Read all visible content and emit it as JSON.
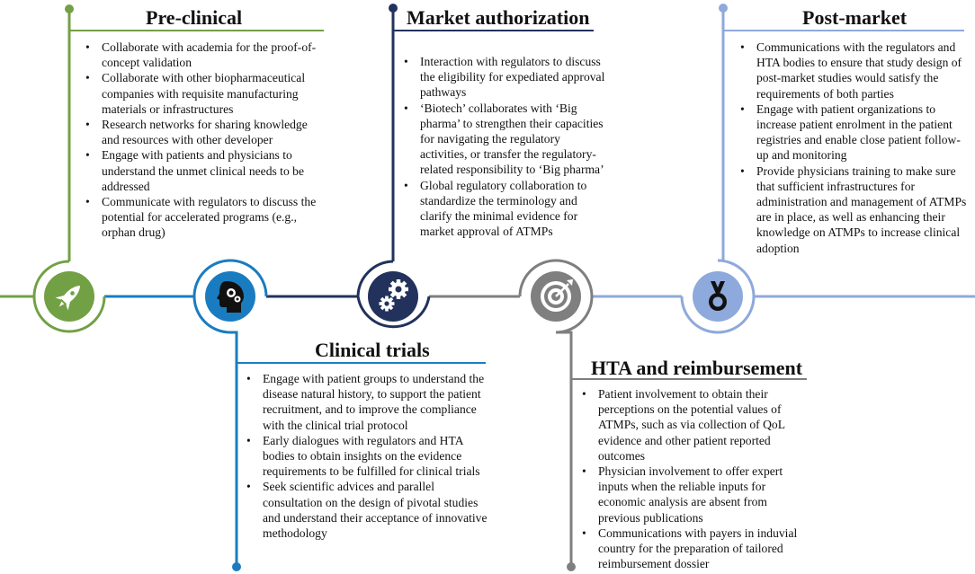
{
  "stages": [
    {
      "id": "preclinical",
      "title": "Pre-clinical",
      "icon": "rocket-icon",
      "color": "#72a044",
      "items": [
        "Collaborate with academia for the proof-of-concept validation",
        "Collaborate with other biopharmaceutical companies with requisite manufacturing materials or infrastructures",
        "Research networks for sharing knowledge and resources with other developer",
        "Engage with patients and physicians to understand the unmet clinical needs to be addressed",
        "Communicate with regulators to discuss the potential for accelerated programs (e.g., orphan drug)"
      ]
    },
    {
      "id": "clinical",
      "title": "Clinical trials",
      "icon": "head-gears-icon",
      "color": "#1a7cc0",
      "items": [
        "Engage with patient groups to understand the disease natural history, to support the patient recruitment, and to improve the compliance with the clinical trial protocol",
        "Early dialogues with regulators and HTA bodies to obtain insights on the evidence requirements to be fulfilled for clinical trials",
        "Seek scientific advices and parallel consultation on the design of pivotal studies and understand their acceptance of innovative methodology"
      ]
    },
    {
      "id": "market",
      "title": "Market authorization",
      "icon": "gears-icon",
      "color": "#22325c",
      "items": [
        "Interaction with regulators to discuss the eligibility for expediated approval pathways",
        "‘Biotech’ collaborates with ‘Big pharma’ to strengthen their capacities for navigating the regulatory activities, or transfer the regulatory-related responsibility to ‘Big pharma’",
        "Global regulatory collaboration to standardize the terminology and clarify the minimal evidence for market approval of ATMPs"
      ]
    },
    {
      "id": "hta",
      "title": "HTA and reimbursement",
      "icon": "target-icon",
      "color": "#7f7f7f",
      "items": [
        "Patient involvement to obtain their perceptions on the potential values of ATMPs, such as via collection of QoL evidence and other patient reported outcomes",
        "Physician involvement to offer expert inputs when the reliable inputs for economic analysis are absent from previous publications",
        "Communications with payers in induvial country for the preparation of tailored reimbursement dossier"
      ]
    },
    {
      "id": "postmarket",
      "title": "Post-market",
      "icon": "medal-icon",
      "color": "#8ea9db",
      "items": [
        "Communications with the regulators and HTA bodies to ensure that study design of post-market studies would satisfy the requirements of both parties",
        "Engage with patient organizations to increase patient enrolment in the patient registries and enable close patient follow-up and monitoring",
        "Provide physicians training to make sure that sufficient infrastructures for administration and management of ATMPs are in place, as well as enhancing their knowledge on ATMPs to increase clinical adoption"
      ]
    }
  ]
}
